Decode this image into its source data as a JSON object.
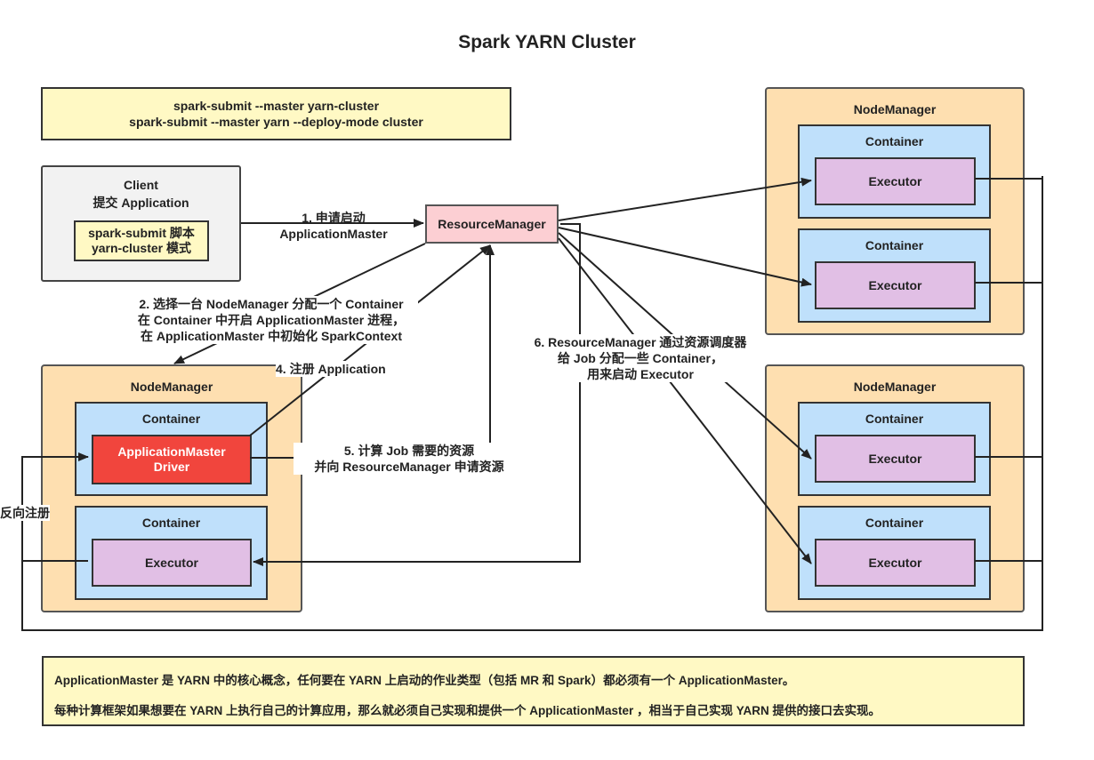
{
  "title": "Spark YARN Cluster",
  "commands": {
    "line1": "spark-submit --master yarn-cluster",
    "line2": "spark-submit --master yarn --deploy-mode cluster"
  },
  "client": {
    "title": "Client",
    "subtitle": "提交 Application",
    "script_line1": "spark-submit 脚本",
    "script_line2": "yarn-cluster 模式"
  },
  "resource_manager": "ResourceManager",
  "left_node": {
    "title": "NodeManager",
    "container1_title": "Container",
    "app_master_line1": "ApplicationMaster",
    "app_master_line2": "Driver",
    "container2_title": "Container",
    "executor": "Executor"
  },
  "right_top_node": {
    "title": "NodeManager",
    "containers": [
      {
        "title": "Container",
        "executor": "Executor"
      },
      {
        "title": "Container",
        "executor": "Executor"
      }
    ]
  },
  "right_bottom_node": {
    "title": "NodeManager",
    "containers": [
      {
        "title": "Container",
        "executor": "Executor"
      },
      {
        "title": "Container",
        "executor": "Executor"
      }
    ]
  },
  "steps": {
    "step1_line1": "1. 申请启动",
    "step1_line2": "ApplicationMaster",
    "step2_line1": "2. 选择一台 NodeManager 分配一个 Container",
    "step2_line2": "在 Container 中开启 ApplicationMaster 进程，",
    "step2_line3": "在 ApplicationMaster 中初始化 SparkContext",
    "step4": "4. 注册 Application",
    "step5_line1": "5. 计算 Job 需要的资源",
    "step5_line2": "并向 ResourceManager 申请资源",
    "step6_line1": "6. ResourceManager 通过资源调度器",
    "step6_line2": "给 Job 分配一些 Container，",
    "step6_line3": "用来启动 Executor",
    "reverse_register": "反向注册"
  },
  "bottom_note": {
    "line1": "ApplicationMaster 是 YARN 中的核心概念，任何要在 YARN 上启动的作业类型（包括 MR 和 Spark）都必须有一个 ApplicationMaster。",
    "line2": "每种计算框架如果想要在 YARN 上执行自己的计算应用，那么就必须自己实现和提供一个 ApplicationMaster ，相当于自己实现 YARN 提供的接口去实现。"
  }
}
